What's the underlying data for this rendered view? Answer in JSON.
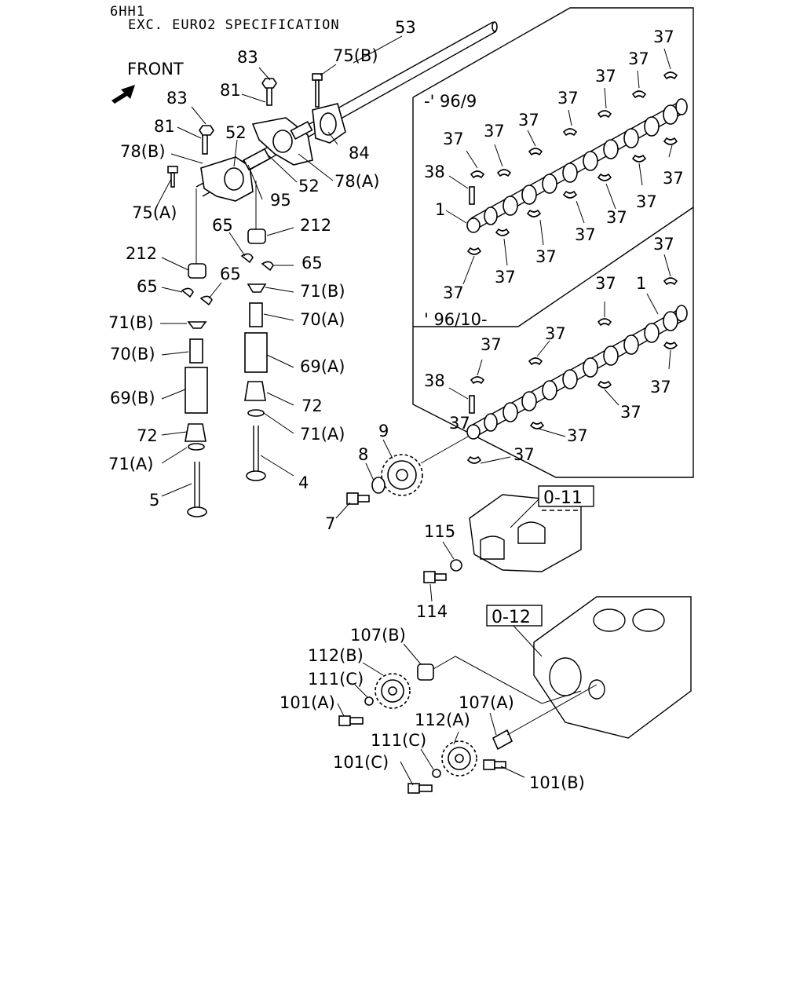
{
  "header": {
    "engine": "6HH1",
    "spec": "EXC. EURO2 SPECIFICATION",
    "front": "FRONT"
  },
  "panels": {
    "upper_range": "-' 96/9",
    "lower_range": "' 96/10-"
  },
  "refs": {
    "r011": "0-11",
    "r012": "0-12"
  },
  "callouts": {
    "p53": "53",
    "p83a": "83",
    "p75b": "75(B)",
    "p81a": "81",
    "p83b": "83",
    "p81b": "81",
    "p52a": "52",
    "p84": "84",
    "p78b": "78(B)",
    "p78a": "78(A)",
    "p52b": "52",
    "p95": "95",
    "p75a": "75(A)",
    "p65a": "65",
    "p212a": "212",
    "p212b": "212",
    "p65b": "65",
    "p65c": "65",
    "p65d": "65",
    "p71ba": "71(B)",
    "p71bb": "71(B)",
    "p70a": "70(A)",
    "p70b": "70(B)",
    "p69a": "69(A)",
    "p69b": "69(B)",
    "p72a": "72",
    "p72b": "72",
    "p71aa": "71(A)",
    "p71ab": "71(A)",
    "p5": "5",
    "p4": "4",
    "p9": "9",
    "p8": "8",
    "p7": "7",
    "p115": "115",
    "p114": "114",
    "p107b": "107(B)",
    "p112b": "112(B)",
    "p111ca": "111(C)",
    "p101a": "101(A)",
    "p107a": "107(A)",
    "p112a": "112(A)",
    "p111cb": "111(C)",
    "p101c": "101(C)",
    "p101b": "101(B)",
    "u37a": "37",
    "u37b": "37",
    "u37c": "37",
    "u37d": "37",
    "u37e": "37",
    "u37f": "37",
    "u37g": "37",
    "u37h": "37",
    "u37i": "37",
    "u37j": "37",
    "u37k": "37",
    "u37l": "37",
    "u37m": "37",
    "u37n": "37",
    "u38": "38",
    "u1": "1",
    "l37a": "37",
    "l37b": "37",
    "l37c": "37",
    "l37d": "37",
    "l37e": "37",
    "l37f": "37",
    "l37g": "37",
    "l37h": "37",
    "l37i": "37",
    "l38": "38",
    "l1": "1"
  }
}
